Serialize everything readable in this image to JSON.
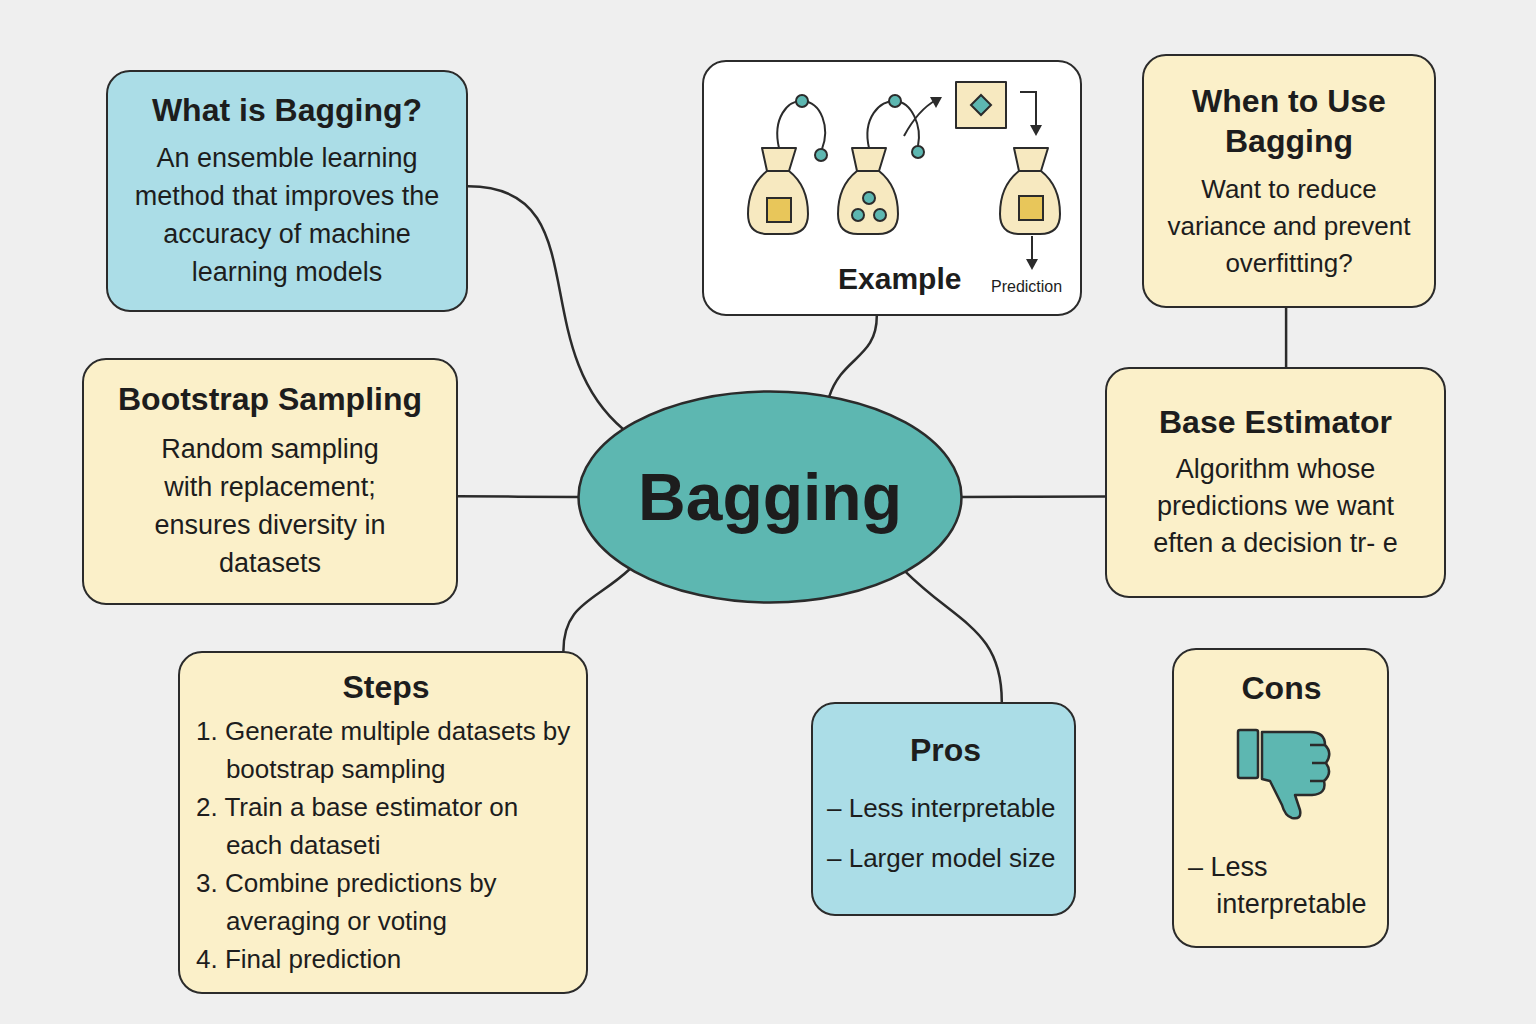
{
  "diagram": {
    "nodes": [
      {
        "text": [
          "What is Bagging?",
          "An ensemble learning method that improves the accuracy of machine learning models"
        ]
      },
      {
        "text": [
          "Example",
          "Prediction"
        ]
      },
      {
        "text": [
          "When to Use Bagging",
          "Want to reduce variance and prevent overfitting?"
        ]
      },
      {
        "text": [
          "Bootstrap Sampling",
          "Random sampling with replacement; ensures diversity in datasets"
        ]
      },
      {
        "text": [
          "Bagging"
        ]
      },
      {
        "text": [
          "Base Estimator",
          "Algorithm whose predictions we want eften a decision tr- e"
        ]
      },
      {
        "text": [
          "Steps",
          "1. Generate multiple datasets by bootstrap sampling",
          "2. Train a base estimator on each dataseti",
          "3. Combine predictions by averaging or voting",
          "4. Final prediction"
        ]
      },
      {
        "text": [
          "Pros",
          "– Less interpretable",
          "– Larger model size"
        ]
      },
      {
        "text": [
          "Cons",
          "– Less interpretable"
        ]
      }
    ],
    "edges": [
      {
        "from": 4,
        "to": 0,
        "arrow": "none"
      },
      {
        "from": 4,
        "to": 1,
        "arrow": "none"
      },
      {
        "from": 4,
        "to": 3,
        "arrow": "none"
      },
      {
        "from": 4,
        "to": 5,
        "arrow": "none"
      },
      {
        "from": 4,
        "to": 6,
        "arrow": "none"
      },
      {
        "from": 4,
        "to": 7,
        "arrow": "none"
      },
      {
        "from": 2,
        "to": 5,
        "arrow": "none"
      }
    ]
  }
}
